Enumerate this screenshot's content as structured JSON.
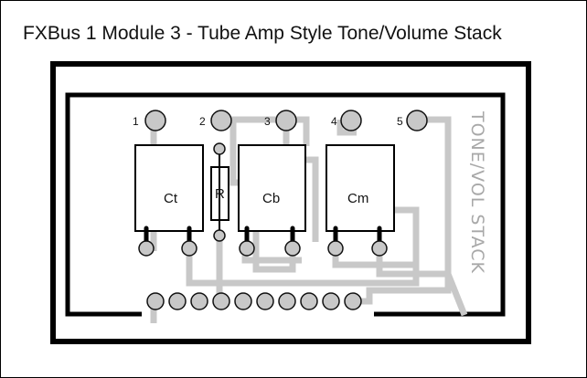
{
  "title": "FXBus 1 Module 3  - Tube Amp Style Tone/Volume Stack",
  "side_label": "TONE/VOL STACK",
  "pins": [
    {
      "label": "1"
    },
    {
      "label": "2"
    },
    {
      "label": "3"
    },
    {
      "label": "4"
    },
    {
      "label": "5"
    }
  ],
  "components": {
    "ct": "Ct",
    "r": "R",
    "cb": "Cb",
    "cm": "Cm"
  },
  "bus_pad_count": 10,
  "colors": {
    "trace": "#c8c8c8",
    "outline": "#000000",
    "side_label": "#a8a8a8"
  }
}
